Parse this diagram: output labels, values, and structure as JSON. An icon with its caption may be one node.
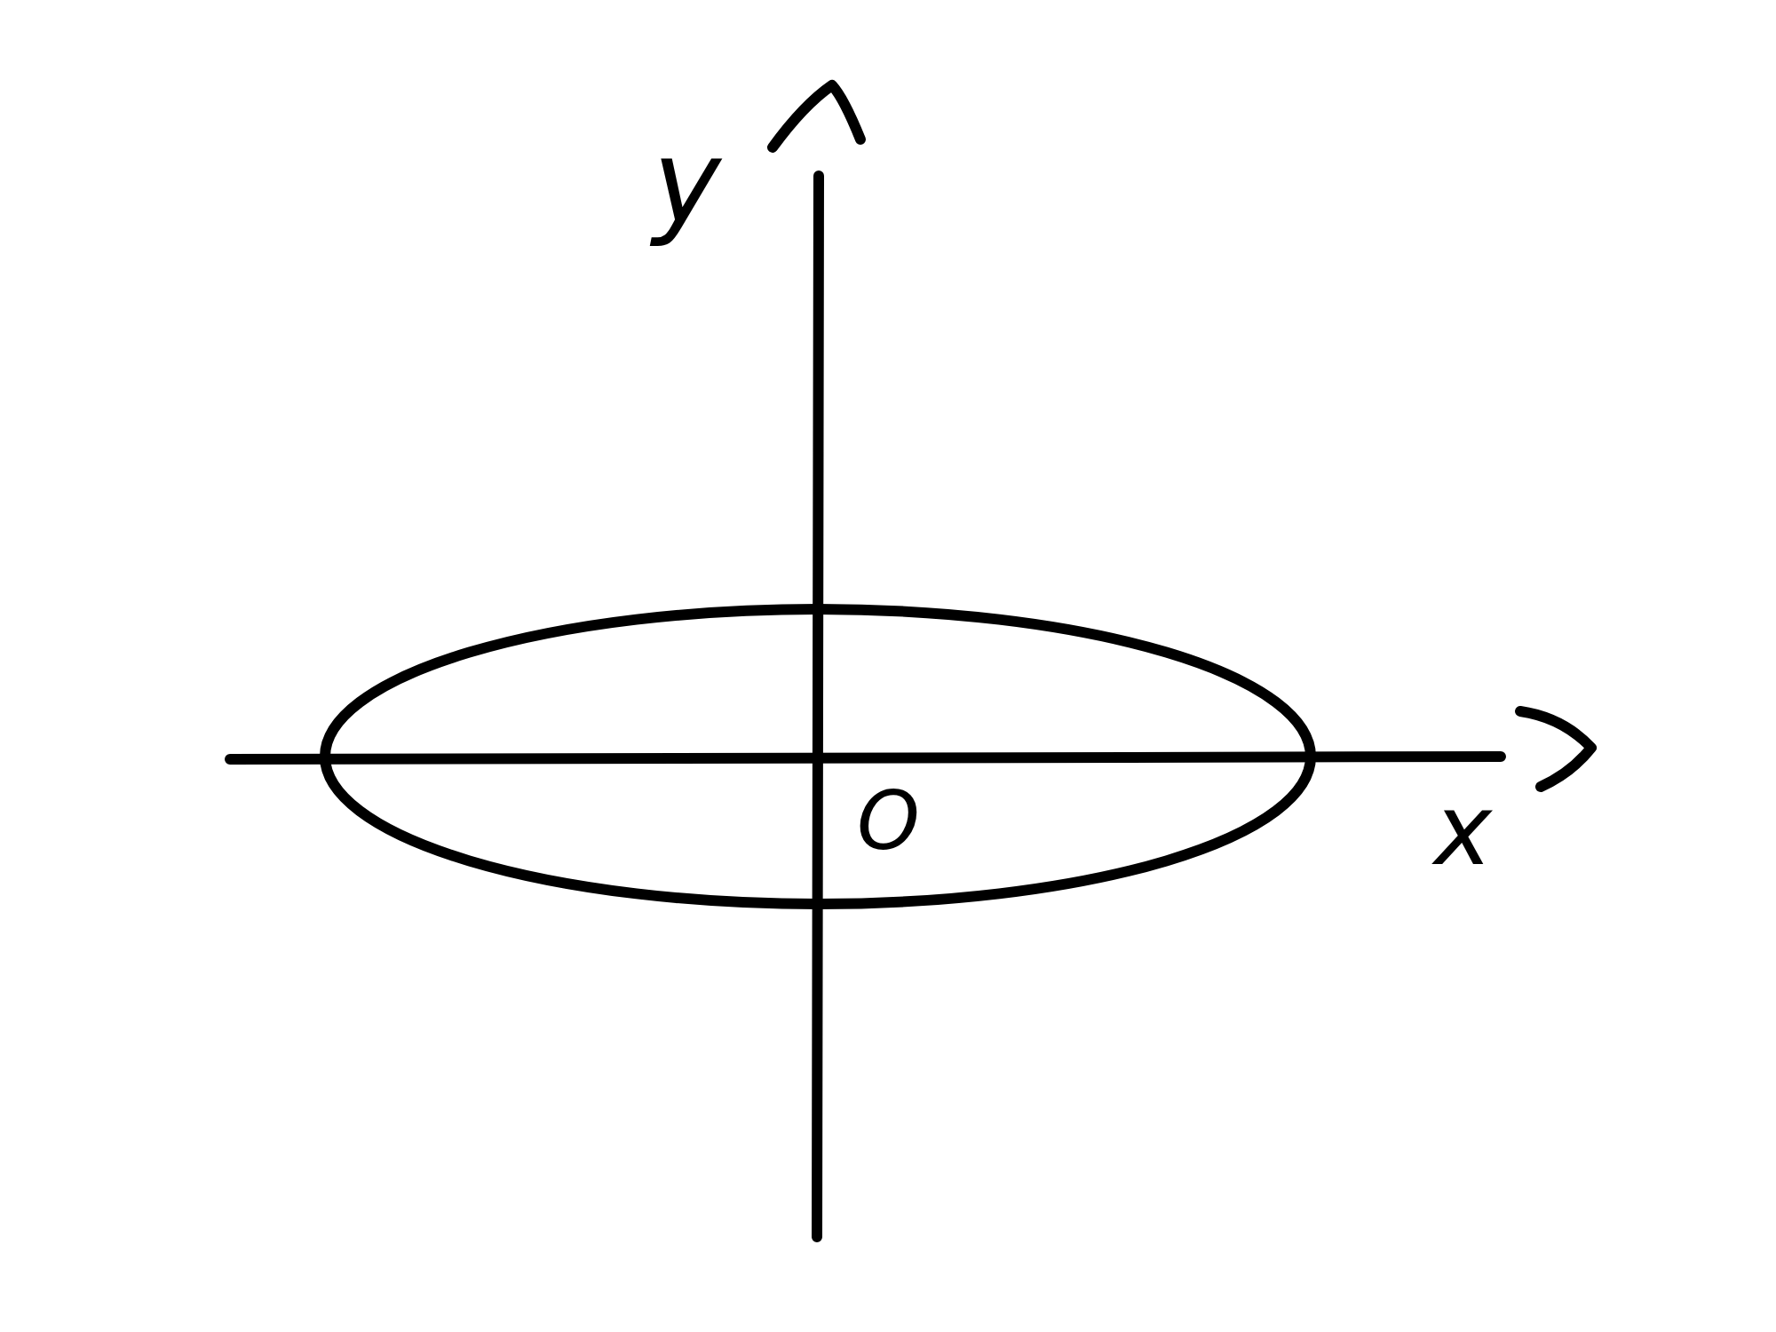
{
  "diagram": {
    "labels": [
      "y",
      "x",
      "O"
    ]
  }
}
